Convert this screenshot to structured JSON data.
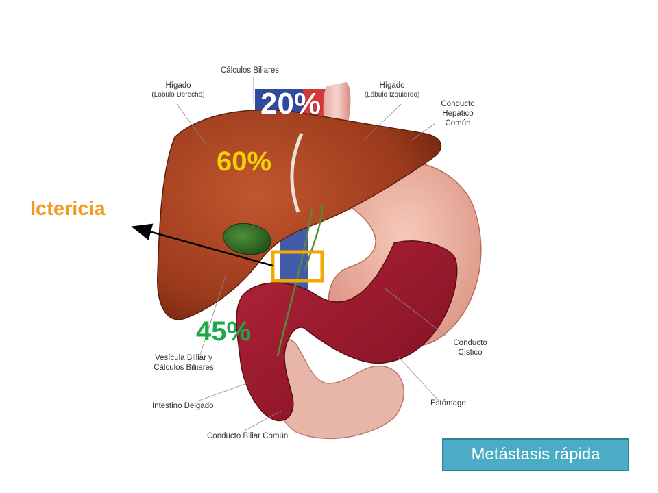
{
  "labels": {
    "gallstones": "Cálculos Biliares",
    "liver_right_title": "Hígado",
    "liver_right_sub": "(Lóbulo Derecho)",
    "liver_left_title": "Hígado",
    "liver_left_sub": "(Lóbulo Izquierdo)",
    "hepatic_duct_line1": "Conducto",
    "hepatic_duct_line2": "Hepático",
    "hepatic_duct_line3": "Común",
    "gallbladder_line1": "Vesícula Billiar y",
    "gallbladder_line2": "Cálculos Biliiares",
    "small_intestine": "Intestino Delgado",
    "cystic_duct_line1": "Conducto",
    "cystic_duct_line2": "Cístico",
    "stomach": "Estómago",
    "common_bile_duct": "Conducto Biliar Común"
  },
  "overlays": {
    "pct_top": "20%",
    "pct_liver": "60%",
    "pct_bottom": "45%",
    "icterus": "Ictericia",
    "metastasis": "Metástasis rápida"
  },
  "colors": {
    "pct_liver": "#f2d200",
    "pct_bottom": "#1fa84a",
    "icterus": "#f39a1e",
    "highlight_box": "#f2a900",
    "button_fill": "#4bacc6"
  },
  "icons": {
    "highlight": "highlight-box",
    "arrow": "arrow-icon"
  }
}
